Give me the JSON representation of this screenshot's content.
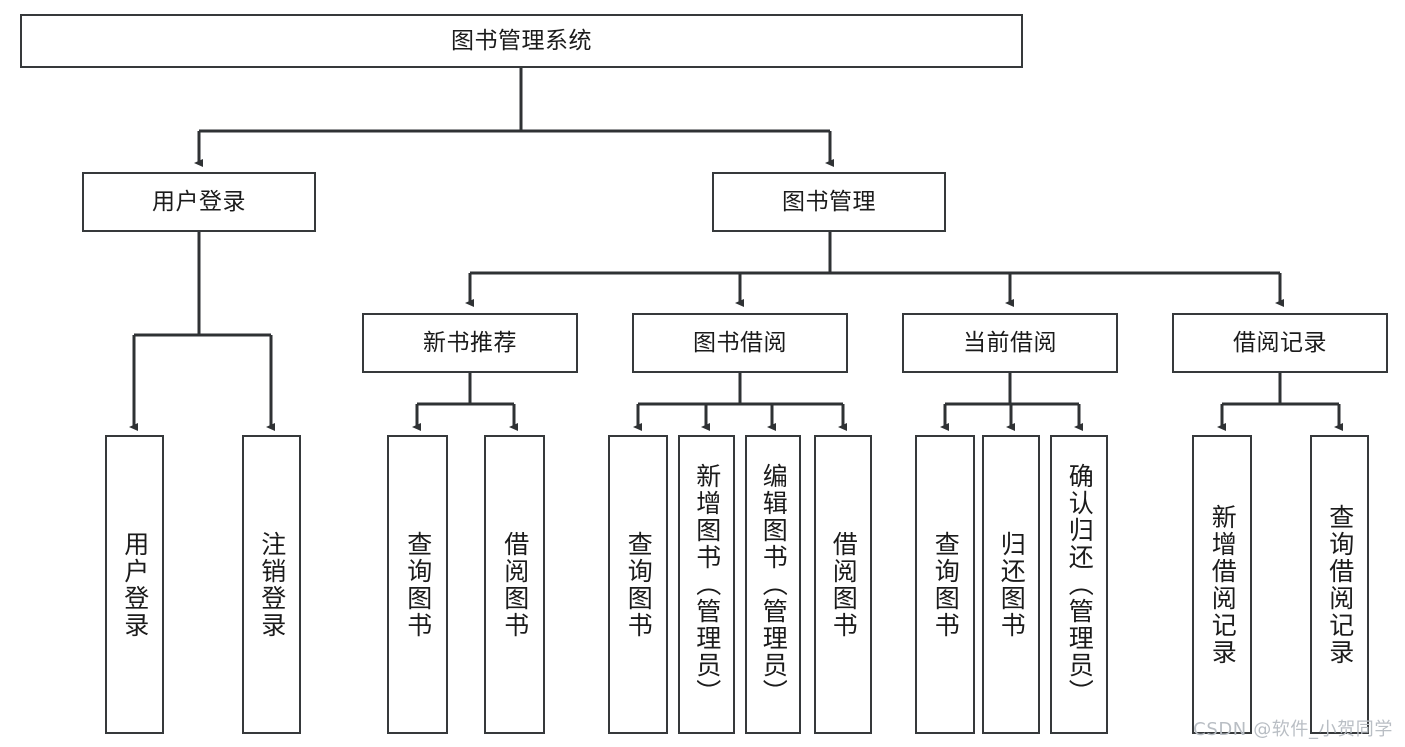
{
  "diagram": {
    "title": "图书管理系统",
    "type": "tree-structure-chart",
    "root": {
      "id": "root",
      "label": "图书管理系统"
    },
    "level2": [
      {
        "id": "user-login",
        "label": "用户登录"
      },
      {
        "id": "book-manage",
        "label": "图书管理"
      }
    ],
    "level3": [
      {
        "id": "new-book-rec",
        "label": "新书推荐",
        "parent": "book-manage"
      },
      {
        "id": "book-borrow",
        "label": "图书借阅",
        "parent": "book-manage"
      },
      {
        "id": "current-borrow",
        "label": "当前借阅",
        "parent": "book-manage"
      },
      {
        "id": "borrow-record",
        "label": "借阅记录",
        "parent": "book-manage"
      }
    ],
    "leaves": [
      {
        "id": "leaf-user-login",
        "label": "用户登录",
        "parent": "user-login"
      },
      {
        "id": "leaf-logout-login",
        "label": "注销登录",
        "parent": "user-login"
      },
      {
        "id": "leaf-query-book-1",
        "label": "查询图书",
        "parent": "new-book-rec"
      },
      {
        "id": "leaf-borrow-book-1",
        "label": "借阅图书",
        "parent": "new-book-rec"
      },
      {
        "id": "leaf-query-book-2",
        "label": "查询图书",
        "parent": "book-borrow"
      },
      {
        "id": "leaf-add-book",
        "label": "新增图书（管理员）",
        "parent": "book-borrow"
      },
      {
        "id": "leaf-edit-book",
        "label": "编辑图书（管理员）",
        "parent": "book-borrow"
      },
      {
        "id": "leaf-borrow-book-2",
        "label": "借阅图书",
        "parent": "book-borrow"
      },
      {
        "id": "leaf-query-book-3",
        "label": "查询图书",
        "parent": "current-borrow"
      },
      {
        "id": "leaf-return-book",
        "label": "归还图书",
        "parent": "current-borrow"
      },
      {
        "id": "leaf-confirm-return",
        "label": "确认归还（管理员）",
        "parent": "current-borrow"
      },
      {
        "id": "leaf-add-record",
        "label": "新增借阅记录",
        "parent": "borrow-record"
      },
      {
        "id": "leaf-query-record",
        "label": "查询借阅记录",
        "parent": "borrow-record"
      }
    ],
    "colors": {
      "border": "#36393b",
      "background": "#ffffff",
      "text": "#1b1b1b",
      "connector": "#2f3234",
      "watermark": "#b9bec4"
    }
  },
  "watermark": {
    "text": "CSDN @软件_小贺同学"
  }
}
